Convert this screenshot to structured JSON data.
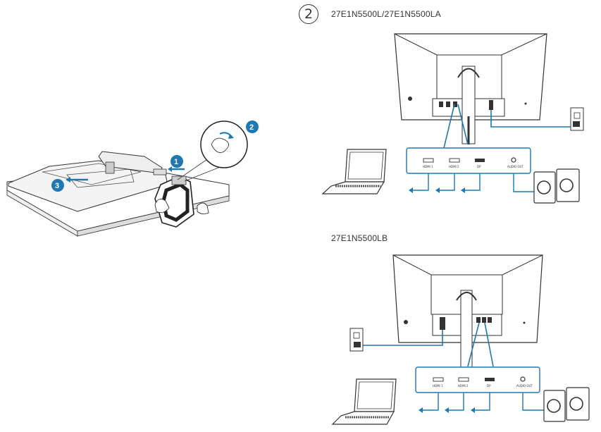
{
  "step": {
    "number": "2"
  },
  "models": {
    "top": "27E1N5500L/27E1N5500LA",
    "bottom": "27E1N5500LB"
  },
  "ports": {
    "hdmi1": "HDMI 1",
    "hdmi2": "HDMI 2",
    "dp": "DP",
    "audio": "AUDIO OUT"
  },
  "callouts": [
    "1",
    "2",
    "3"
  ],
  "colors": {
    "accent": "#1f78b4",
    "line": "#333333"
  }
}
